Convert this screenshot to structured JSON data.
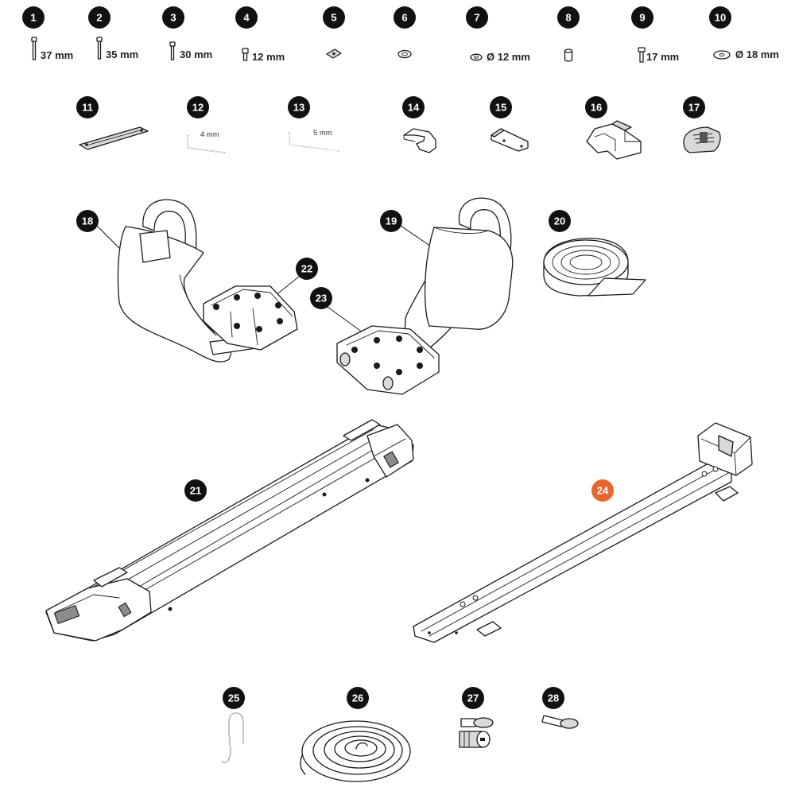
{
  "colors": {
    "badge": "#111111",
    "badge_highlight": "#e8662e",
    "line": "#1a1a1a",
    "fill_grey": "#d9d9d9"
  },
  "highlighted_part": "24",
  "parts": [
    {
      "num": "1",
      "label": "37 mm"
    },
    {
      "num": "2",
      "label": "35 mm"
    },
    {
      "num": "3",
      "label": "30 mm"
    },
    {
      "num": "4",
      "label": "12 mm"
    },
    {
      "num": "5",
      "label": ""
    },
    {
      "num": "6",
      "label": ""
    },
    {
      "num": "7",
      "label": "Ø 12 mm"
    },
    {
      "num": "8",
      "label": ""
    },
    {
      "num": "9",
      "label": "17 mm"
    },
    {
      "num": "10",
      "label": "Ø 18 mm"
    },
    {
      "num": "11",
      "label": ""
    },
    {
      "num": "12",
      "label": "4 mm"
    },
    {
      "num": "13",
      "label": "5 mm"
    },
    {
      "num": "14",
      "label": ""
    },
    {
      "num": "15",
      "label": ""
    },
    {
      "num": "16",
      "label": ""
    },
    {
      "num": "17",
      "label": ""
    },
    {
      "num": "18",
      "label": ""
    },
    {
      "num": "19",
      "label": ""
    },
    {
      "num": "20",
      "label": ""
    },
    {
      "num": "21",
      "label": ""
    },
    {
      "num": "22",
      "label": ""
    },
    {
      "num": "23",
      "label": ""
    },
    {
      "num": "24",
      "label": ""
    },
    {
      "num": "25",
      "label": ""
    },
    {
      "num": "26",
      "label": ""
    },
    {
      "num": "27",
      "label": ""
    },
    {
      "num": "28",
      "label": ""
    }
  ]
}
